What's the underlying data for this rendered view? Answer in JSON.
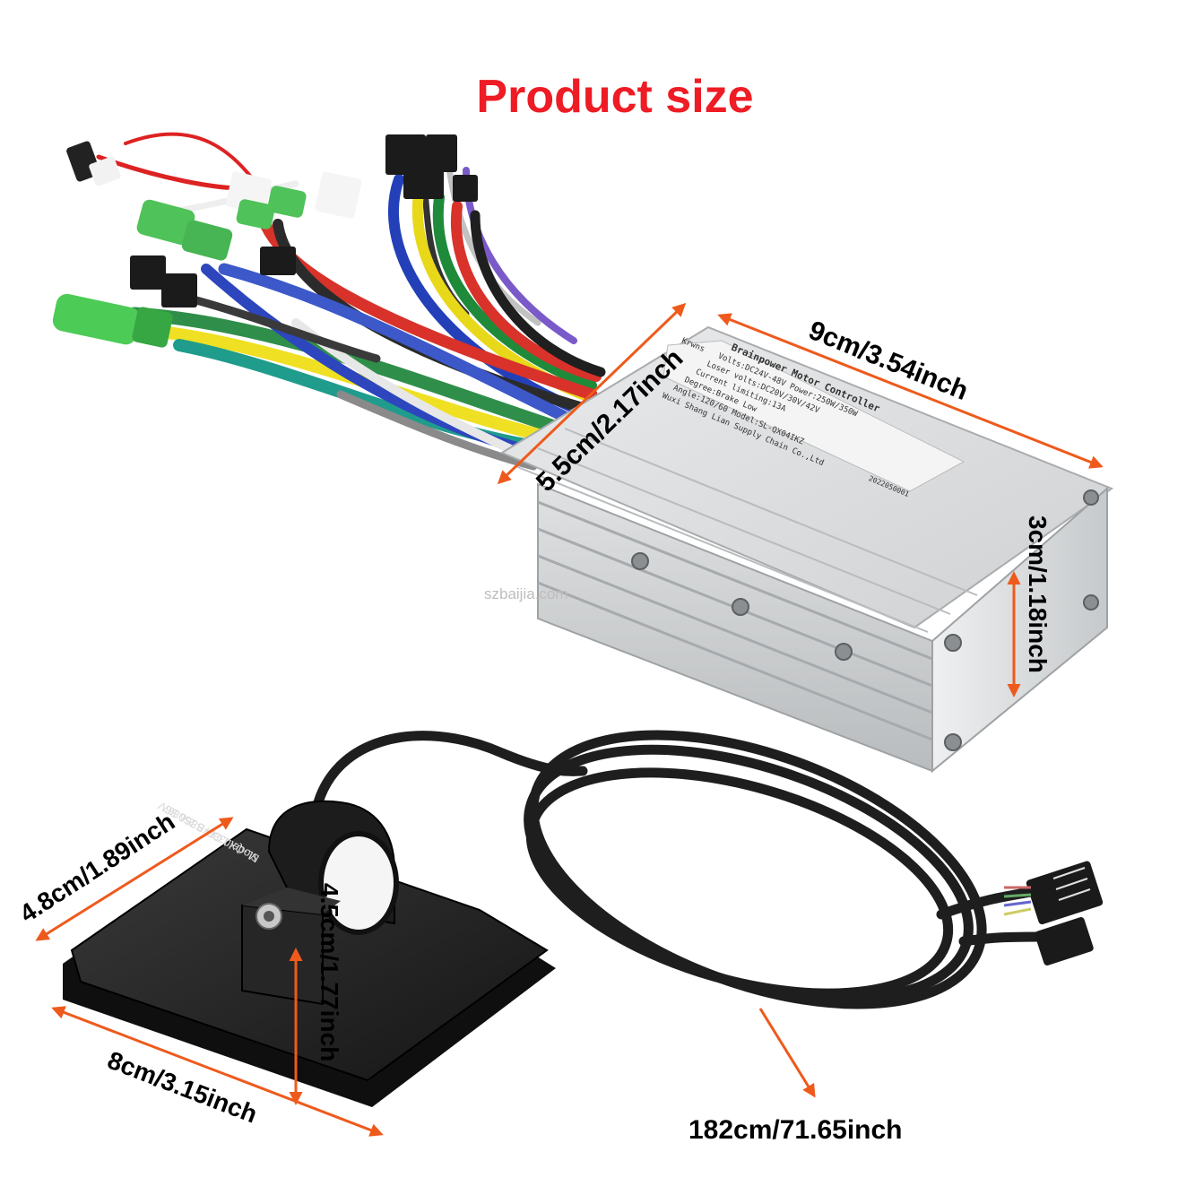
{
  "title": "Product size",
  "watermark": "szbaijia.com",
  "controller": {
    "label_lines": [
      "Brainpower Motor Controller",
      "Volts:DC24V-48V Power:250W/350W",
      "Loser volts:DC20V/30V/42V",
      "Current limiting:13A",
      "Degree:Brake Low",
      "Angle:120/60   Model:SL-QX04IKZ",
      "Wuxi Shang Lian Supply Chain Co.,Ltd"
    ],
    "label_corner": "Krwns",
    "serial": "2022050001"
  },
  "display": {
    "label_lines": [
      "Model:LCD-S866 36V",
      "SL-QX03B(YB 250867"
    ]
  },
  "dimensions": {
    "controller_width": "5.5cm/2.17inch",
    "controller_length": "9cm/3.54inch",
    "controller_height": "3cm/1.18inch",
    "display_width": "4.8cm/1.89inch",
    "display_height": "4.5cm/1.77inch",
    "display_length": "8cm/3.15inch",
    "cable_length": "182cm/71.65inch"
  },
  "colors": {
    "title": "#ee1c24",
    "arrow": "#ee5a1c",
    "aluminum": "#d4d6d8",
    "display_body": "#1f1f1f"
  }
}
